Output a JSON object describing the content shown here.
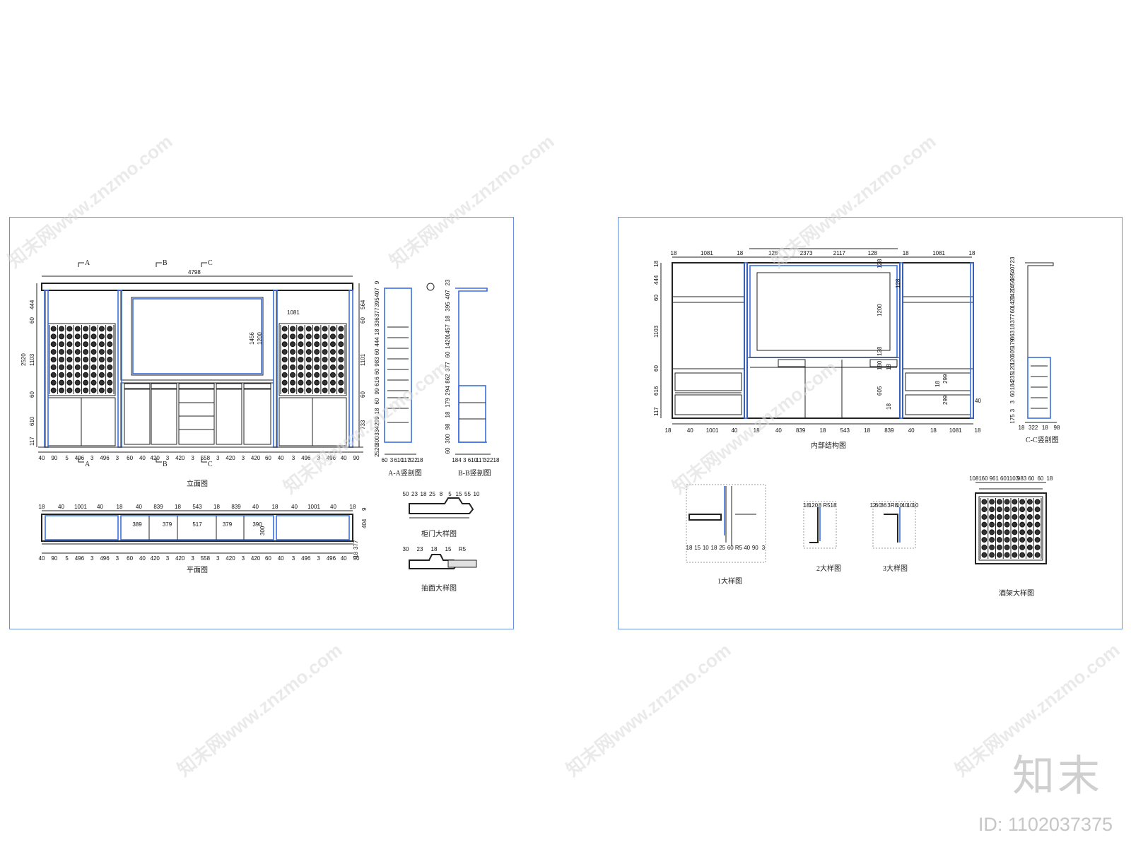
{
  "left_sheet": {
    "captions": {
      "elevation": "立面图",
      "plan": "平面图",
      "section_a": "A-A竖剖图",
      "section_b": "B-B竖剖图",
      "door_detail": "柜门大样图",
      "drawer_detail": "抽面大样图"
    },
    "section_markers": [
      "A",
      "B",
      "C"
    ],
    "dims": {
      "total_width": "4798",
      "total_height": "2520",
      "d1081": "1081",
      "d444": "444",
      "d60": "60",
      "d1103": "1103",
      "d610": "610",
      "d117": "117",
      "d564": "564",
      "d1101": "1101",
      "d733": "733",
      "d1456": "1456",
      "d1200": "1200",
      "bottom_row": [
        "40",
        "90",
        "5",
        "496",
        "3",
        "496",
        "3",
        "60",
        "40",
        "420",
        "3",
        "420",
        "3",
        "558",
        "3",
        "420",
        "3",
        "420",
        "60",
        "40",
        "3",
        "496",
        "3",
        "496",
        "40",
        "90"
      ],
      "plan_top_row": [
        "18",
        "40",
        "1001",
        "40",
        "18",
        "40",
        "839",
        "18",
        "543",
        "18",
        "839",
        "40",
        "18",
        "40",
        "1001",
        "40",
        "18"
      ],
      "plan_inner": [
        "389",
        "379",
        "517",
        "379",
        "390"
      ],
      "plan_side": [
        "300",
        "404",
        "377",
        "9",
        "18"
      ],
      "section_a": [
        "9",
        "407",
        "395",
        "377",
        "336",
        "18",
        "444",
        "60",
        "983",
        "60",
        "616",
        "99",
        "60",
        "18",
        "299",
        "334",
        "300",
        "2520",
        "60",
        "3",
        "610",
        "117",
        "322",
        "18"
      ],
      "section_b": [
        "23",
        "407",
        "395",
        "18",
        "1457",
        "1420",
        "60",
        "377",
        "862",
        "294",
        "179",
        "18",
        "98",
        "300",
        "60",
        "184",
        "3",
        "610",
        "117",
        "322",
        "18"
      ],
      "door_detail": [
        "50",
        "23",
        "18",
        "25",
        "8",
        "5",
        "15",
        "55",
        "10"
      ],
      "drawer_detail": [
        "30",
        "23",
        "18",
        "15",
        "R5"
      ]
    }
  },
  "right_sheet": {
    "captions": {
      "inner_structure": "内部结构图",
      "section_c": "C-C竖剖图",
      "detail_1": "1大样图",
      "detail_2": "2大样图",
      "detail_3": "3大样图",
      "wine_rack": "酒架大样图"
    },
    "dims": {
      "top_row": [
        "18",
        "1081",
        "18",
        "128",
        "2373",
        "2117",
        "128",
        "18",
        "1081",
        "18"
      ],
      "left_col": [
        "18",
        "444",
        "60",
        "1103",
        "60",
        "616",
        "117"
      ],
      "mid_col": [
        "128",
        "1200",
        "128",
        "180",
        "18",
        "605",
        "18"
      ],
      "bottom_row": [
        "18",
        "40",
        "1001",
        "40",
        "18",
        "40",
        "839",
        "18",
        "543",
        "18",
        "839",
        "40",
        "18",
        "1081",
        "18"
      ],
      "inner": [
        "299",
        "18",
        "299",
        "40"
      ],
      "section_c": [
        "23",
        "407",
        "395",
        "1456",
        "1420",
        "1420",
        "60",
        "377",
        "18",
        "863",
        "179",
        "605",
        "120",
        "120",
        "235",
        "184",
        "60",
        "3",
        "3",
        "175",
        "18",
        "322",
        "18",
        "98"
      ],
      "detail_1": [
        "18",
        "15",
        "10",
        "18",
        "25",
        "60",
        "R5",
        "40",
        "90",
        "3"
      ],
      "detail_2": [
        "18",
        "120",
        "8",
        "R5",
        "18"
      ],
      "detail_3": [
        "12",
        "60",
        "36",
        "3",
        "R8",
        "10",
        "40",
        "10",
        "10"
      ],
      "wine_rack": [
        "1081",
        "60",
        "961",
        "60",
        "1103",
        "983",
        "60",
        "60",
        "18"
      ]
    }
  },
  "watermark_text": "知末网www.znzmo.com",
  "brand": {
    "logo": "知末",
    "id": "ID: 1102037375"
  }
}
